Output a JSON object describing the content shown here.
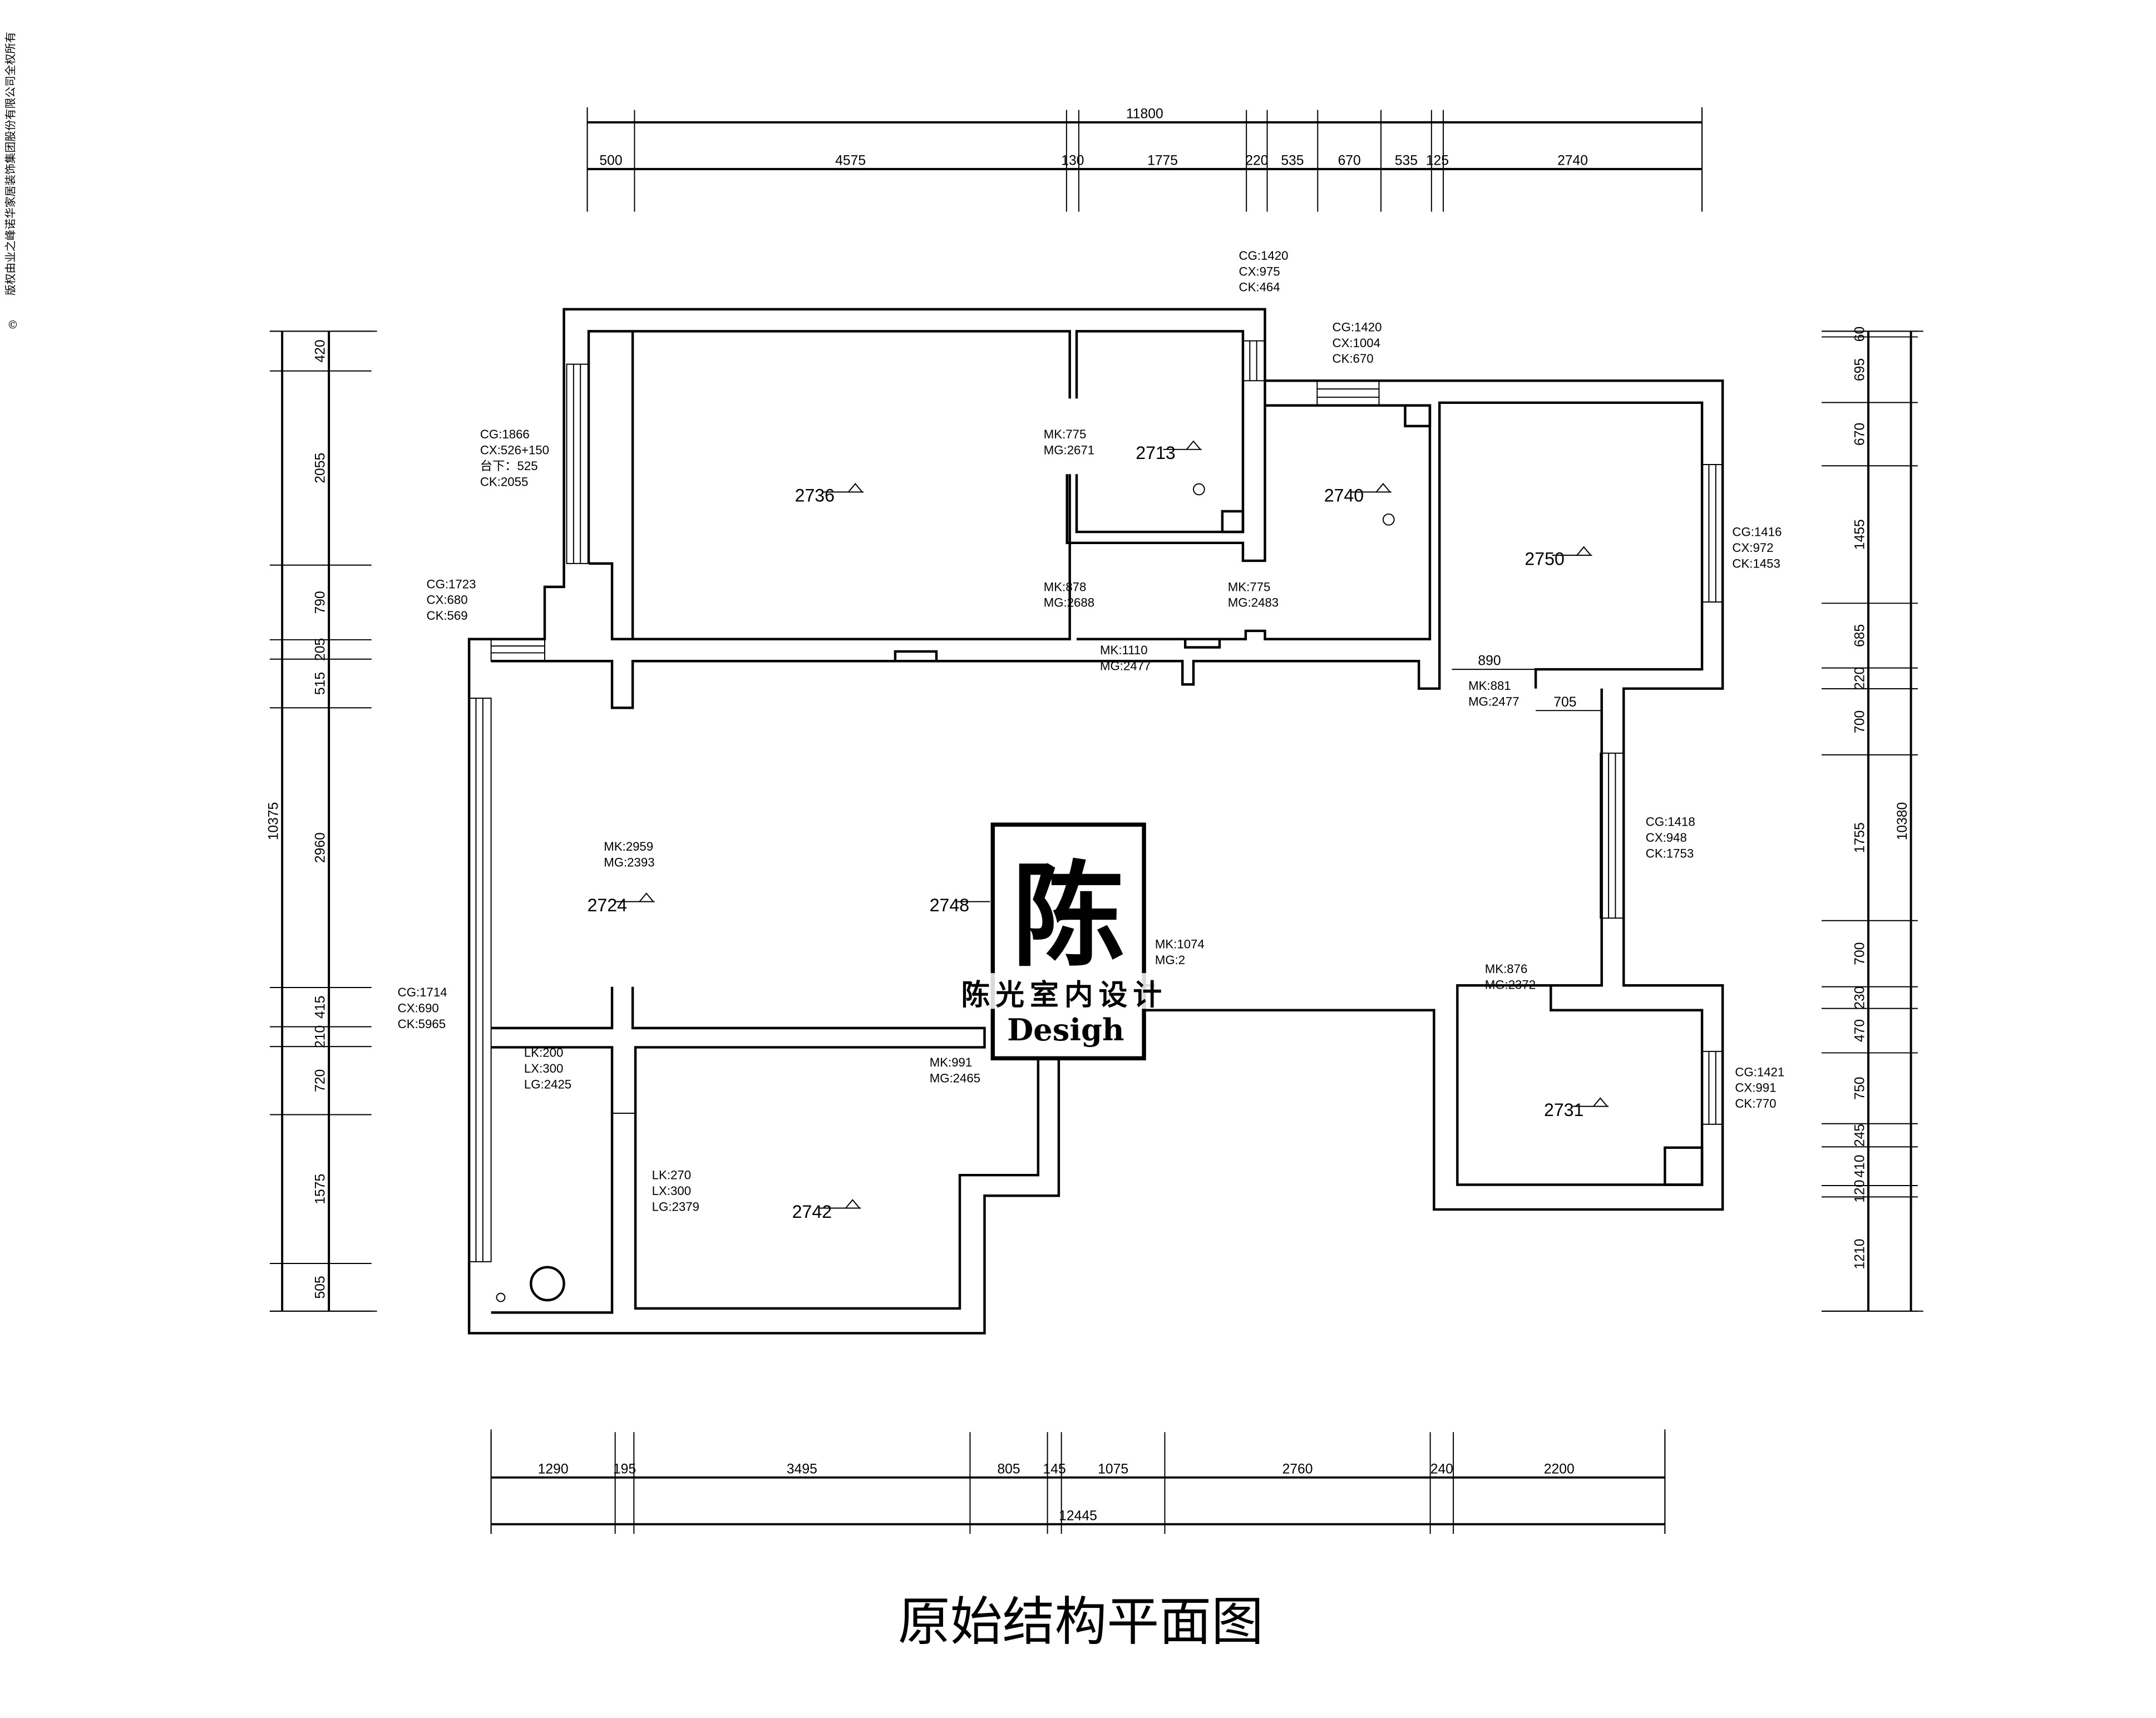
{
  "copyright": "版权由业之峰诺华家居装饰集团股份有限公司全权所有",
  "copyright_symbol": "©",
  "title": "原始结构平面图",
  "logo": {
    "char": "陈",
    "name": "陈光室内设计",
    "english": "Desigh"
  },
  "dimensions": {
    "top": {
      "total": "11800",
      "segments": [
        "500",
        "4575",
        "130",
        "1775",
        "220",
        "535",
        "670",
        "535",
        "125",
        "2740"
      ],
      "values": [
        500,
        4575,
        130,
        1775,
        220,
        535,
        670,
        535,
        125,
        2740
      ]
    },
    "bottom": {
      "total": "12445",
      "segments": [
        "1290",
        "195",
        "3495",
        "805",
        "145",
        "1075",
        "2760",
        "240",
        "2200"
      ],
      "values": [
        1290,
        195,
        3495,
        805,
        145,
        1075,
        2760,
        240,
        2200
      ]
    },
    "left": {
      "total": "10375",
      "segments": [
        "420",
        "2055",
        "790",
        "205",
        "515",
        "2960",
        "415",
        "210",
        "720",
        "1575",
        "505"
      ],
      "values": [
        420,
        2055,
        790,
        205,
        515,
        2960,
        415,
        210,
        720,
        1575,
        505
      ]
    },
    "right": {
      "total": "10380",
      "segments": [
        "60",
        "695",
        "670",
        "1455",
        "685",
        "220",
        "700",
        "1755",
        "700",
        "230",
        "470",
        "750",
        "245",
        "410",
        "120",
        "1210"
      ],
      "values": [
        60,
        695,
        670,
        1455,
        685,
        220,
        700,
        1755,
        700,
        230,
        470,
        750,
        245,
        410,
        120,
        1210
      ]
    }
  },
  "rooms": {
    "r2736": "2736",
    "r2713": "2713",
    "r2740": "2740",
    "r2750": "2750",
    "r2724": "2724",
    "r2748": "2748",
    "r2731": "2731",
    "r2742": "2742"
  },
  "annotations": {
    "win_top_2713": [
      "CG:1420",
      "CX:975",
      "CK:464"
    ],
    "win_top_2740": [
      "CG:1420",
      "CX:1004",
      "CK:670"
    ],
    "win_left_bed": [
      "CG:1866",
      "CX:526+150",
      "台下：525",
      "CK:2055"
    ],
    "win_left_small": [
      "CG:1723",
      "CX:680",
      "CK:569"
    ],
    "win_left_living": [
      "CG:1714",
      "CX:690",
      "CK:5965"
    ],
    "win_right_2750": [
      "CG:1416",
      "CX:972",
      "CK:1453"
    ],
    "win_right_living": [
      "CG:1418",
      "CX:948",
      "CK:1753"
    ],
    "win_right_2731": [
      "CG:1421",
      "CX:991",
      "CK:770"
    ],
    "door_2713": [
      "MK:775",
      "MG:2671"
    ],
    "door_2736": [
      "MK:878",
      "MG:2688"
    ],
    "door_2740": [
      "MK:775",
      "MG:2483"
    ],
    "door_corridor": [
      "MK:1110",
      "MG:2477"
    ],
    "door_2750": [
      "MK:881",
      "MG:2477"
    ],
    "door_living": [
      "MK:2959",
      "MG:2393"
    ],
    "door_2731": [
      "MK:876",
      "MG:2372"
    ],
    "door_kitchen": [
      "MK:1074",
      "MG:2"
    ],
    "door_2742": [
      "MK:991",
      "MG:2465"
    ],
    "storage": [
      "LK:200",
      "LX:300",
      "LG:2425"
    ],
    "bay_2742": [
      "LK:270",
      "LX:300",
      "LG:2379"
    ],
    "dim_890": "890",
    "dim_705": "705"
  }
}
